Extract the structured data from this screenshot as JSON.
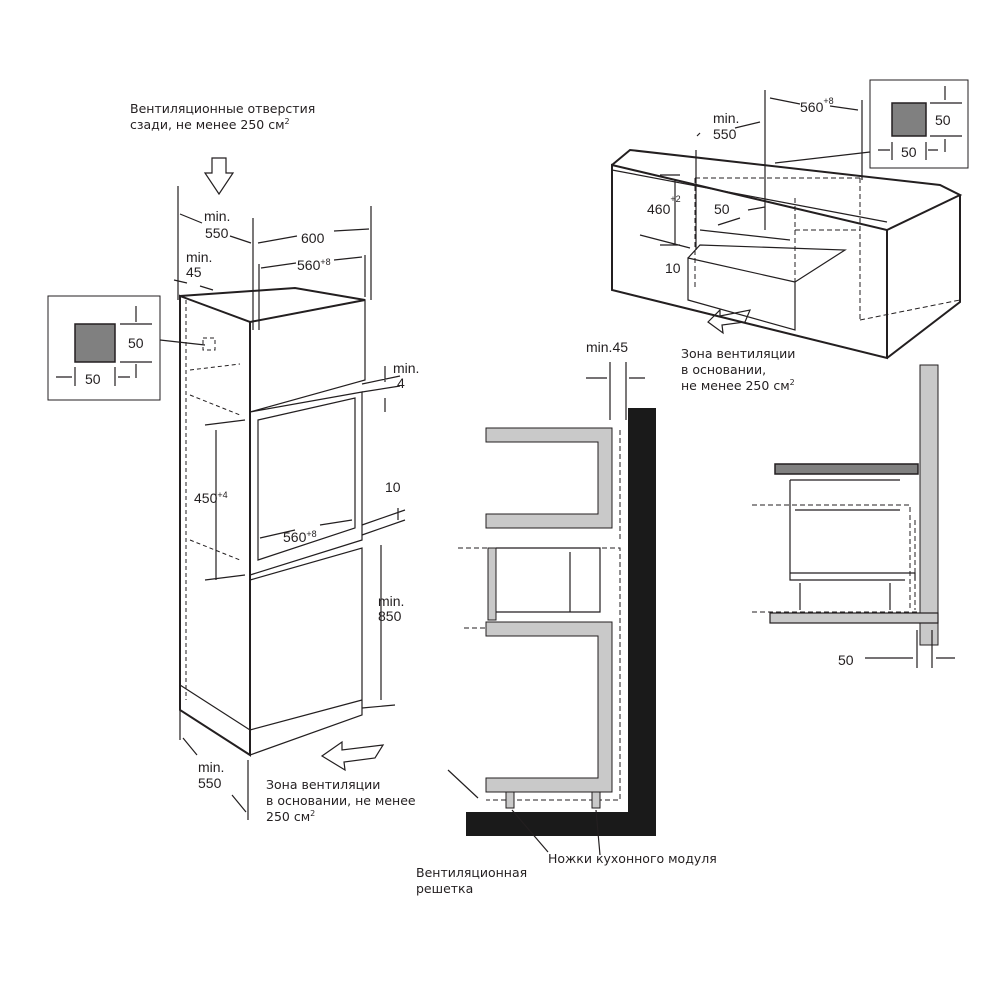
{
  "colors": {
    "ink": "#231f20",
    "panel_gray": "#c9c9c9",
    "vent_square": "#808080",
    "wall_black": "#1a1a1a"
  },
  "left_diagram": {
    "vent_top_line1": "Вентиляционные отверстия",
    "vent_top_line2": "сзади, не менее 250 см",
    "vent_top_sup": "2",
    "depth_min": "min.",
    "depth_value": "550",
    "width_value": "600",
    "gap_min": "min.",
    "gap_value": "45",
    "inner_width": "560",
    "inner_width_tol": "+8",
    "inset_h": "50",
    "inset_w": "50",
    "top_gap_min": "min.",
    "top_gap_value": "4",
    "niche_height": "450",
    "niche_height_tol": "+4",
    "shelf_gap": "10",
    "niche_width": "560",
    "niche_width_tol": "+8",
    "floor_min": "min.",
    "floor_value": "850",
    "base_depth_min": "min.",
    "base_depth_value": "550",
    "base_vent_line1": "Зона вентиляции",
    "base_vent_line2": "в основании, не менее",
    "base_vent_line3": "250 см",
    "base_vent_sup": "2"
  },
  "top_right_diagram": {
    "depth_min": "min.",
    "depth_value": "550",
    "width_value": "560",
    "width_tol": "+8",
    "inset_h": "50",
    "inset_w": "50",
    "height_value": "460",
    "height_tol": "+2",
    "depth_offset": "50",
    "gap_value": "10",
    "vent_line1": "Зона вентиляции",
    "vent_line2": "в основании,",
    "vent_line3": "не менее 250 см",
    "vent_sup": "2"
  },
  "middle_diagram": {
    "gap_label": "min.45",
    "grille_line1": "Вентиляционная",
    "grille_line2": "решетка",
    "legs_label": "Ножки кухонного модуля"
  },
  "right_diagram": {
    "gap_value": "50"
  }
}
